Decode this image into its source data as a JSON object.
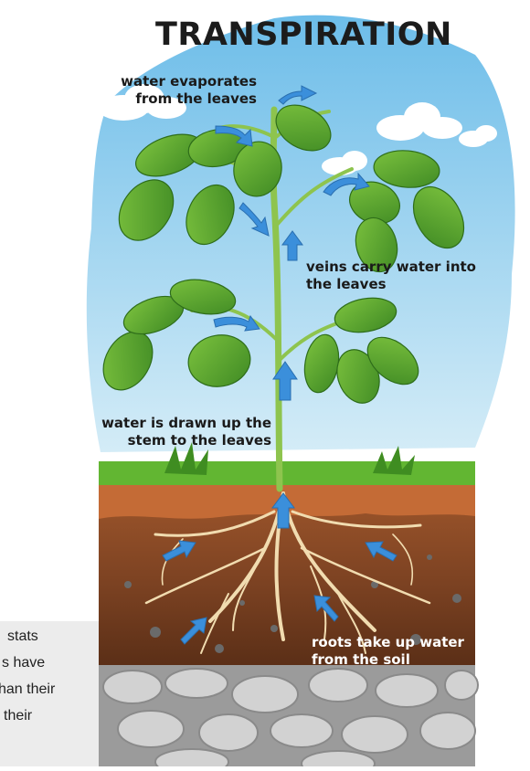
{
  "title": "TRANSPIRATION",
  "labels": {
    "leaves_evaporate": [
      "water evaporates",
      "from the leaves"
    ],
    "veins": [
      "veins carry water into",
      "the leaves"
    ],
    "stem": [
      "water is drawn up the",
      "stem to the leaves"
    ],
    "roots": [
      "roots take up water",
      "from the soil"
    ]
  },
  "side_text": [
    "stats",
    "s have",
    "han their",
    "their"
  ],
  "colors": {
    "sky": "#7cc4ec",
    "leaf": "#5aa82e",
    "stem": "#8cc04a",
    "grass": "#5cb030",
    "soil": "#8a4a26",
    "root": "#f0d9a8",
    "arrow": "#3a8fdc",
    "stone": "#c4c4c4"
  },
  "icons": [
    "cloud-icon",
    "arrow-icon",
    "leaf-icon",
    "root-icon",
    "stone-icon"
  ]
}
